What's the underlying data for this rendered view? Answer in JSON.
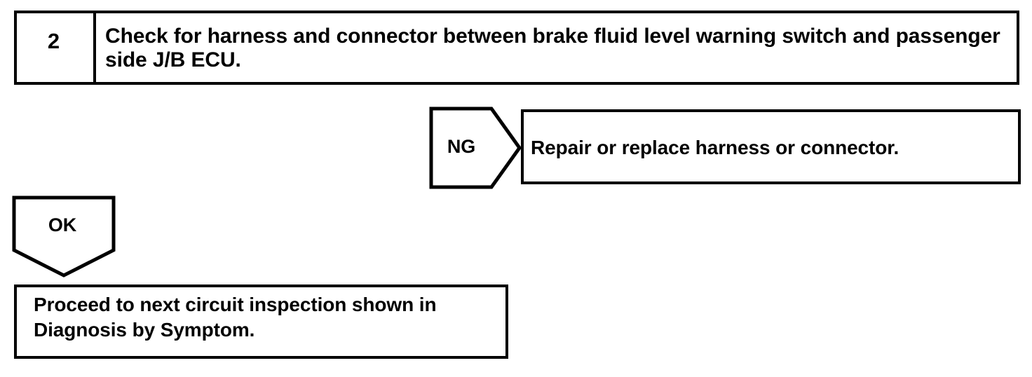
{
  "document": {
    "type": "automotive-troubleshooting-flowchart"
  },
  "step": {
    "number": "2",
    "instruction": "Check for harness and connector between brake fluid level warning switch and passenger side J/B ECU."
  },
  "branches": {
    "ng": {
      "label": "NG",
      "result": "Repair or replace harness or connector."
    },
    "ok": {
      "label": "OK",
      "result": "Proceed to next circuit inspection shown in Diagnosis by Symptom."
    }
  },
  "colors": {
    "ink": "#000000",
    "paper": "#ffffff"
  },
  "icons": {
    "ng_connector": "right-pointing-pentagon-icon",
    "ok_connector": "down-pointing-pentagon-icon"
  }
}
